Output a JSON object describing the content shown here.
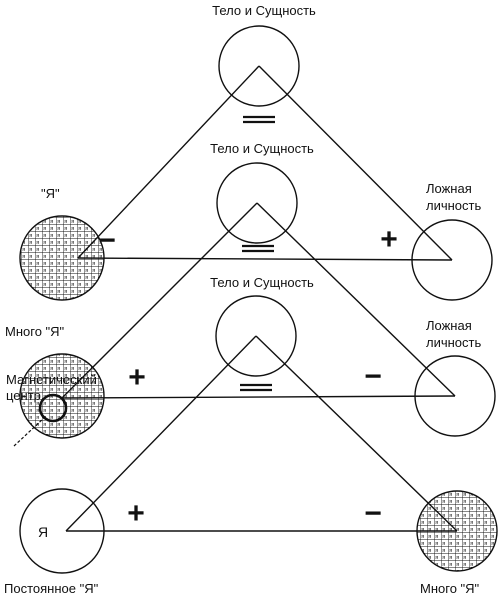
{
  "labels": {
    "body_essence_1": "Тело и Сущность",
    "body_essence_2": "Тело и Сущность",
    "body_essence_3": "Тело и Сущность",
    "ya_quoted": "\"Я\"",
    "false_personality_1": "Ложная\nличность",
    "false_personality_2": "Ложная\nличность",
    "many_ya_left": "Много \"Я\"",
    "magnetic_center": "Магнетический\nцентр",
    "ya_plain": "Я",
    "permanent_ya": "Постоянное \"Я\"",
    "many_ya_right": "Много \"Я\""
  },
  "signs": {
    "level1_left": "−",
    "level1_right": "+",
    "level2_left": "+",
    "level2_right": "−",
    "level3_left": "+",
    "level3_right": "−"
  },
  "grid_glyph": "я",
  "colors": {
    "ink": "#111111",
    "background": "#ffffff"
  }
}
